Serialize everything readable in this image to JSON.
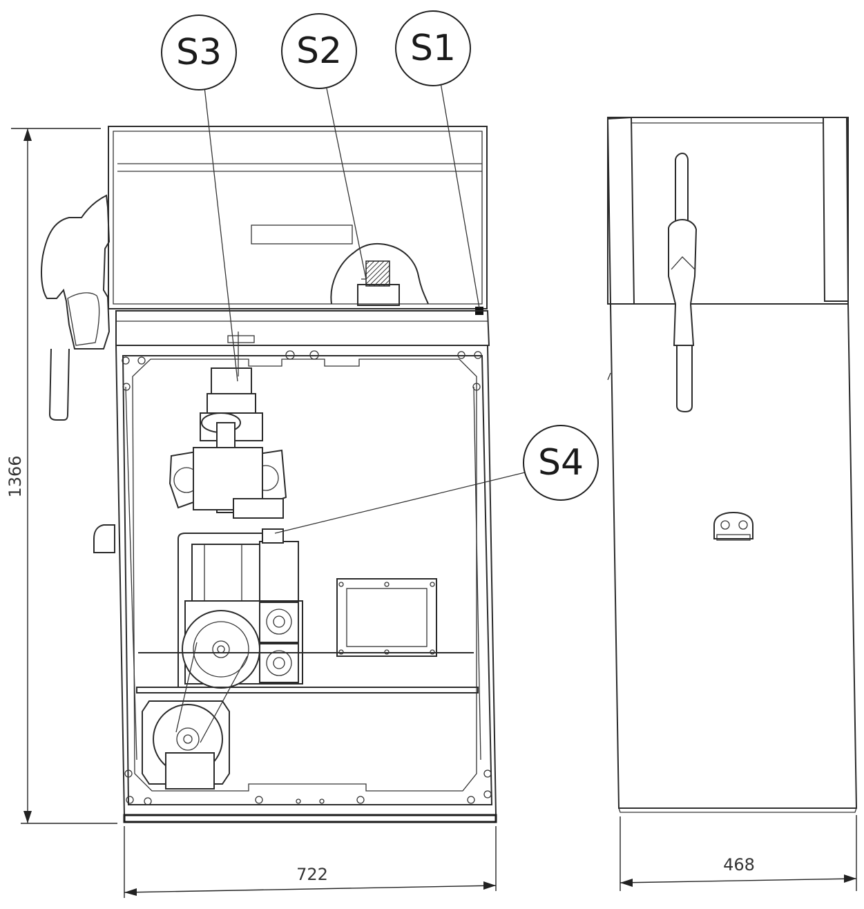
{
  "callouts": {
    "s1": "S1",
    "s2": "S2",
    "s3": "S3",
    "s4": "S4"
  },
  "dimensions": {
    "height": "1366",
    "width_front": "722",
    "width_side": "468"
  }
}
